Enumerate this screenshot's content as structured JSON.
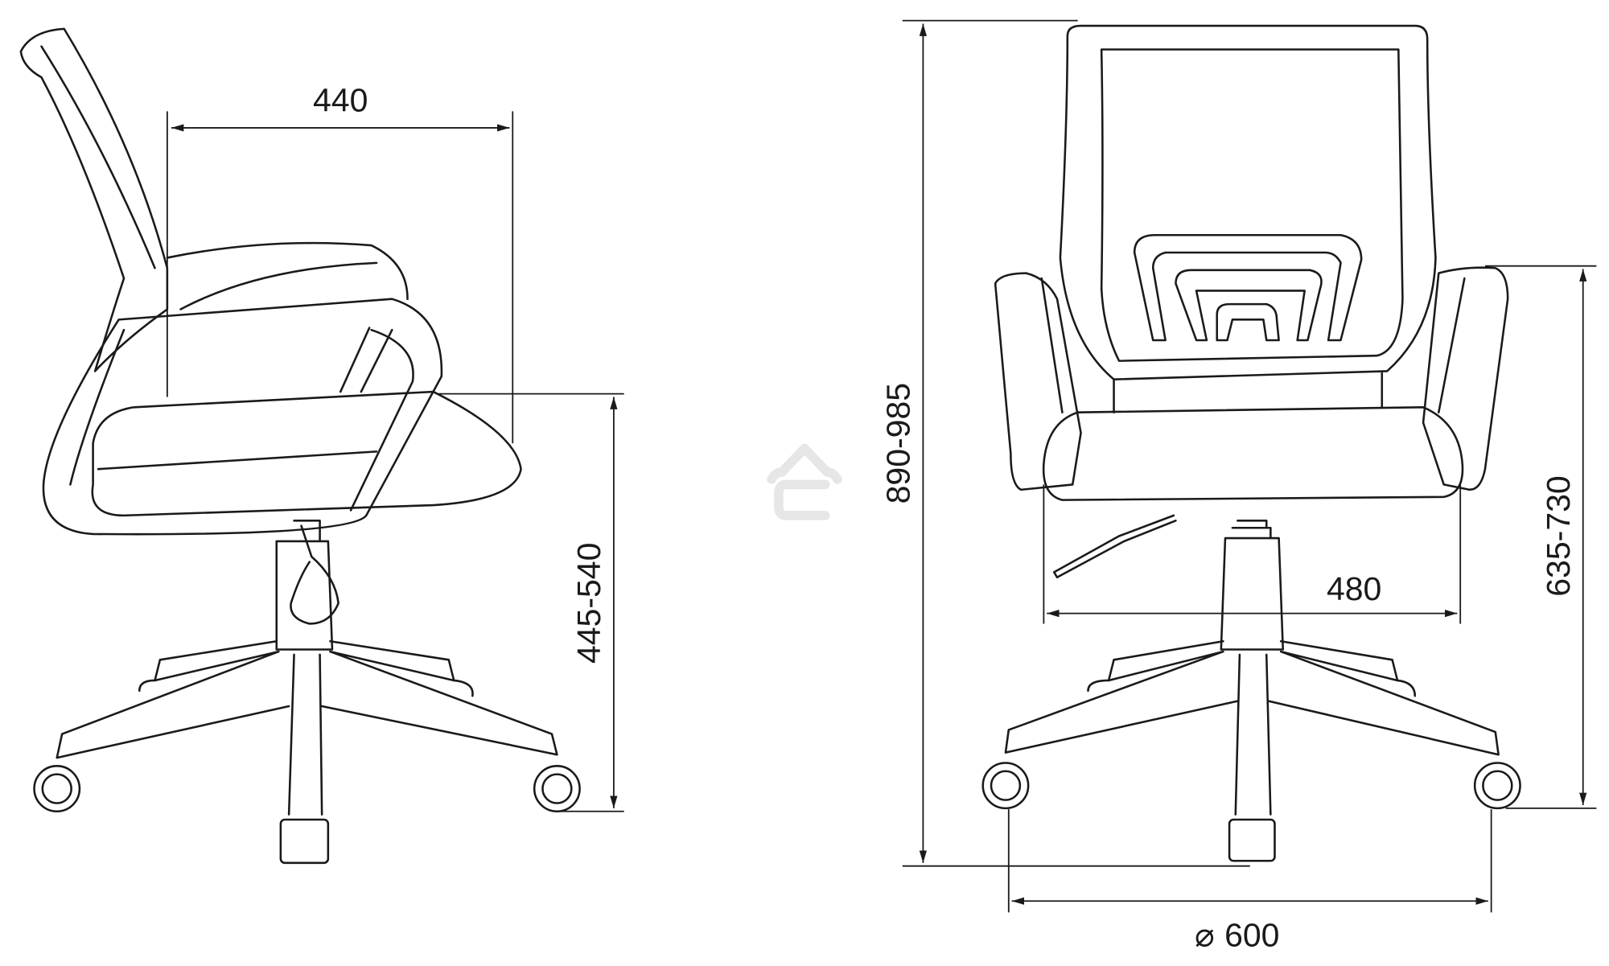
{
  "drawing": {
    "side_view": {
      "seat_depth_label": "440",
      "seat_height_label": "445-540"
    },
    "front_view": {
      "total_height_label": "890-985",
      "armrest_height_label": "635-730",
      "seat_width_label": "480",
      "base_diameter_label": "600",
      "diameter_symbol": "⌀"
    },
    "watermark_icon": "house-logo-icon",
    "line_color": "#1a1a1a",
    "watermark_color": "#e6e6e6"
  }
}
